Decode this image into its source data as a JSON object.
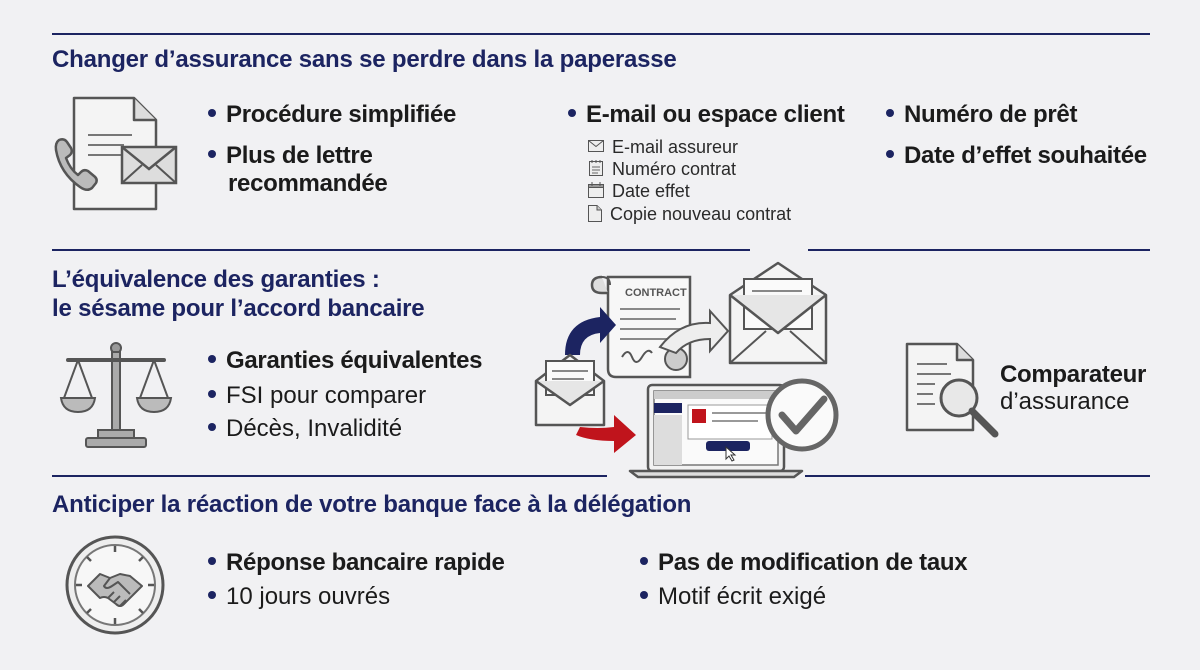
{
  "section1": {
    "title": "Changer d’assurance sans se perdre dans la paperasse",
    "col1": [
      "Procédure simplifiée",
      "Plus de lettre",
      "recommandée"
    ],
    "col2": {
      "heading": "E-mail ou espace client",
      "items": [
        {
          "icon": "envelope-icon",
          "label": "E-mail assureur"
        },
        {
          "icon": "notepad-icon",
          "label": "Numéro contrat"
        },
        {
          "icon": "calendar-icon",
          "label": "Date effet"
        },
        {
          "icon": "document-icon",
          "label": "Copie nouveau contrat"
        }
      ]
    },
    "col3": [
      "Numéro de prêt",
      "Date d’effet souhaitée"
    ]
  },
  "section2": {
    "title_line1": "L’équivalence des garanties :",
    "title_line2": "le sésame pour l’accord bancaire",
    "bullets": [
      "Garanties équivalentes",
      "FSI pour comparer",
      "Décès, Invalidité"
    ],
    "contract_label": "CONTRACT",
    "comparator_line1": "Comparateur",
    "comparator_line2": "d’assurance"
  },
  "section3": {
    "title": "Anticiper la réaction de votre banque face à la délégation",
    "col1": [
      "Réponse bancaire rapide",
      "10 jours ouvrés"
    ],
    "col2": [
      "Pas de modification de taux",
      "Motif écrit exigé"
    ]
  },
  "colors": {
    "navy": "#1c2461",
    "red": "#c0141c",
    "gray": "#555555"
  }
}
